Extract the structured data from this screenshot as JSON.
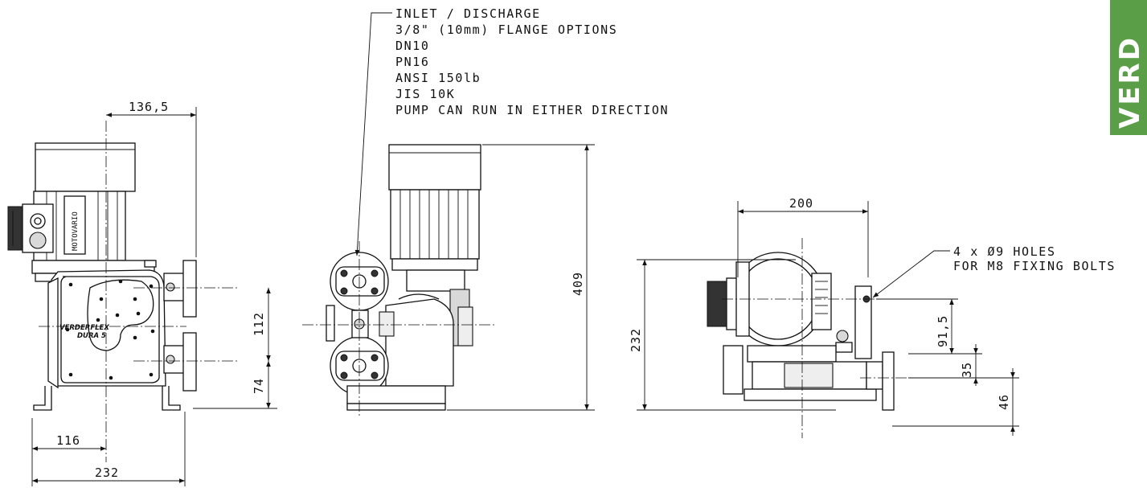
{
  "tab": {
    "text": "VERD",
    "color": "#5a9e47"
  },
  "note_inlet": {
    "lines": [
      "INLET / DISCHARGE",
      "3/8\" (10mm) FLANGE OPTIONS",
      "DN10",
      "PN16",
      "ANSI 150lb",
      "JIS 10K",
      "PUMP CAN RUN IN EITHER DIRECTION"
    ]
  },
  "note_holes": {
    "lines": [
      "4 x Ø9 HOLES",
      "FOR M8 FIXING BOLTS"
    ]
  },
  "pump_label": {
    "brand": "VERDERFLEX",
    "model": "DURA 5"
  },
  "motor_label": "MOTOVARIO",
  "dims": {
    "side_top": "136,5",
    "side_offset": "116",
    "side_width": "232",
    "side_port_spacing": "112",
    "side_port_height": "74",
    "front_height": "409",
    "top_width": "200",
    "top_depth": "232",
    "top_hole": "91,5",
    "top_base": "35",
    "top_flange": "46"
  }
}
